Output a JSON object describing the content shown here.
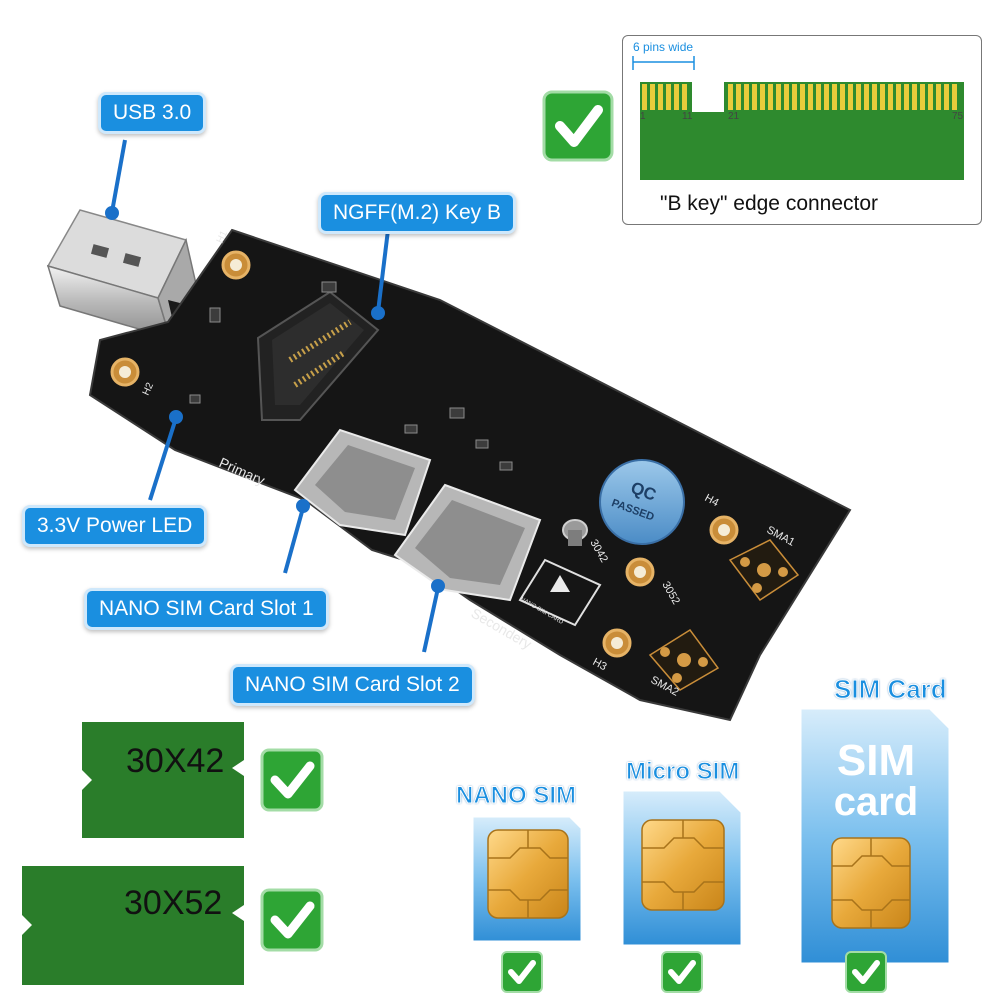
{
  "callouts": {
    "usb": "USB 3.0",
    "ngff": "NGFF(M.2) Key B",
    "led": "3.3V Power LED",
    "slot1": "NANO SIM Card Slot 1",
    "slot2": "NANO SIM Card Slot 2"
  },
  "edge_connector": {
    "pins_label": "6 pins wide",
    "caption": "\"B key\"  edge connector",
    "pin_numbers": [
      "1",
      "11",
      "21",
      "75"
    ]
  },
  "board": {
    "primary": "Primary",
    "secondary": "Secondery",
    "qc1": "QC",
    "qc2": "PASSED",
    "h1": "H1",
    "h2": "H2",
    "h3": "H3",
    "h4": "H4",
    "sma1": "SMA1",
    "sma2": "SMA2",
    "m3042": "3042",
    "m3052": "3052",
    "nano_sim_card": "NANO SIM CARD"
  },
  "modules": {
    "m1": "30X42",
    "m2": "30X52"
  },
  "sims": {
    "nano": "NANO SIM",
    "micro": "Micro SIM",
    "sim_card": "SIM Card",
    "card_line1": "SIM",
    "card_line2": "card"
  },
  "colors": {
    "callout_blue": "#1a8fe0",
    "pcb_black": "#141414",
    "module_green": "#2a7d2a",
    "check_green": "#2ea535",
    "gold": "#e3a93a"
  }
}
